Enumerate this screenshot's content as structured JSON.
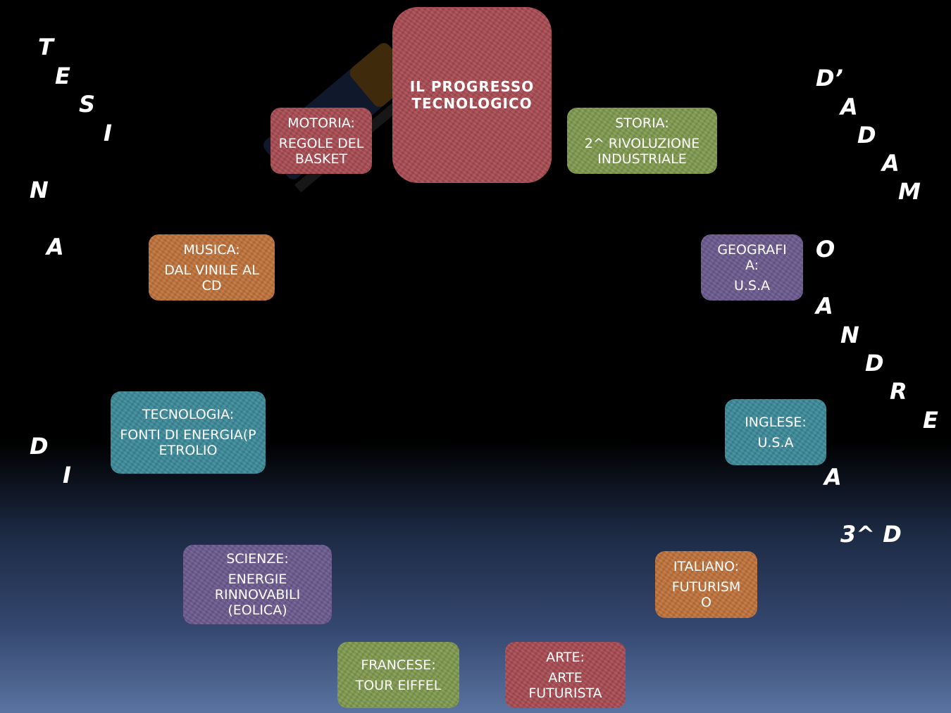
{
  "center": {
    "title": "IL PROGRESSO TECNOLOGICO"
  },
  "boxes": {
    "motoria": {
      "subject": "MOTORIA:",
      "topic": "REGOLE DEL BASKET"
    },
    "storia": {
      "subject": "STORIA:",
      "topic": "2^ RIVOLUZIONE INDUSTRIALE"
    },
    "musica": {
      "subject": "MUSICA:",
      "topic": "DAL VINILE AL CD"
    },
    "geografia": {
      "subject": "GEOGRAFIA:",
      "topic": "U.S.A"
    },
    "tecnologia": {
      "subject": "TECNOLOGIA:",
      "topic": "FONTI DI ENERGIA(PETROLIO"
    },
    "inglese": {
      "subject": "INGLESE:",
      "topic": "U.S.A"
    },
    "scienze": {
      "subject": "SCIENZE:",
      "topic": "ENERGIE RINNOVABILI (EOLICA)"
    },
    "italiano": {
      "subject": "ITALIANO:",
      "topic": "FUTURISMO"
    },
    "francese": {
      "subject": "FRANCESE:",
      "topic": "TOUR EIFFEL"
    },
    "arte": {
      "subject": "ARTE:",
      "topic": "ARTE FUTURISTA"
    }
  },
  "left_letters": [
    "T",
    "E",
    "S",
    "I",
    "N",
    "A",
    "D",
    "I"
  ],
  "right_letters": [
    "D’",
    "A",
    "D",
    "A",
    "M",
    "O",
    "A",
    "N",
    "D",
    "R",
    "E",
    "A",
    "3^ D"
  ],
  "colors": {
    "red": "#a94b52",
    "green": "#7f9a4e",
    "purple": "#6b5a8f",
    "orange": "#c0723a",
    "teal": "#3c8a9a"
  }
}
